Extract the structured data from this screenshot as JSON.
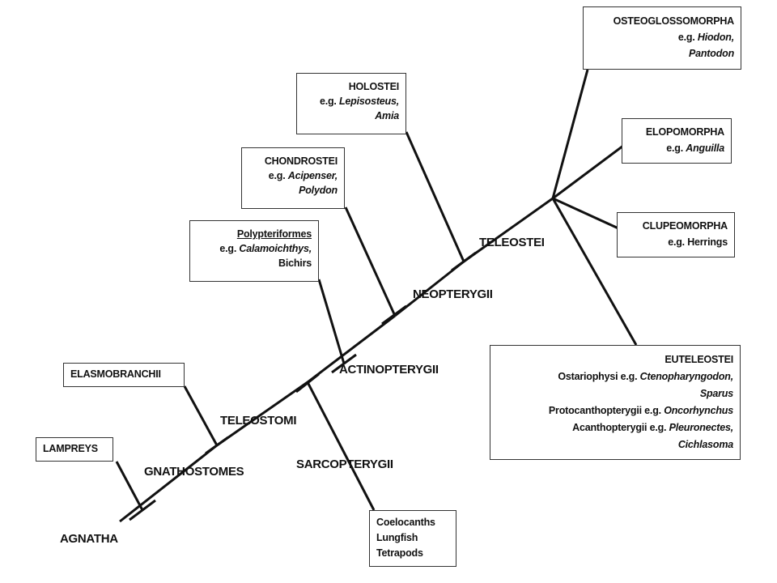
{
  "nodes": {
    "agnatha": "AGNATHA",
    "gnathostomes": "GNATHOSTOMES",
    "teleostomi": "TELEOSTOMI",
    "sarcopterygii": "SARCOPTERYGII",
    "actinopterygii": "ACTINOPTERYGII",
    "neopterygii": "NEOPTERYGII",
    "teleostei": "TELEOSTEI"
  },
  "boxes": {
    "lampreys": {
      "title": "LAMPREYS"
    },
    "elasmobranchii": {
      "title": "ELASMOBRANCHII"
    },
    "sarcopterygii_members": {
      "lines": [
        "Coelocanths",
        "Lungfish",
        "Tetrapods"
      ]
    },
    "polypteriformes": {
      "title": "Polypteriformes",
      "eg": "e.g.",
      "sp1": "Calamoichthys,",
      "line3": "Bichirs"
    },
    "chondrostei": {
      "title": "CHONDROSTEI",
      "eg": "e.g.",
      "sp1": "Acipenser,",
      "sp2": "Polydon"
    },
    "holostei": {
      "title": "HOLOSTEI",
      "eg": "e.g.",
      "sp1": "Lepisosteus,",
      "sp2": "Amia"
    },
    "osteoglossomorpha": {
      "title": "OSTEOGLOSSOMORPHA",
      "eg": "e.g.",
      "sp1": "Hiodon,",
      "sp2": "Pantodon"
    },
    "elopomorpha": {
      "title": "ELOPOMORPHA",
      "eg": "e.g.",
      "sp1": "Anguilla"
    },
    "clupeomorpha": {
      "title": "CLUPEOMORPHA",
      "line2": "e.g. Herrings"
    },
    "euteleostei": {
      "title": "EUTELEOSTEI",
      "r1_label": "Ostariophysi",
      "r1_eg": "e.g.",
      "r1_sp": "Ctenopharyngodon,",
      "r2_sp": "Sparus",
      "r3_label": "Protocanthopterygii",
      "r3_eg": "e.g.",
      "r3_sp": "Oncorhynchus",
      "r4_label": "Acanthopterygii",
      "r4_eg": "e.g.",
      "r4_sp": "Pleuronectes,",
      "r5_sp": "Cichlasoma"
    }
  }
}
